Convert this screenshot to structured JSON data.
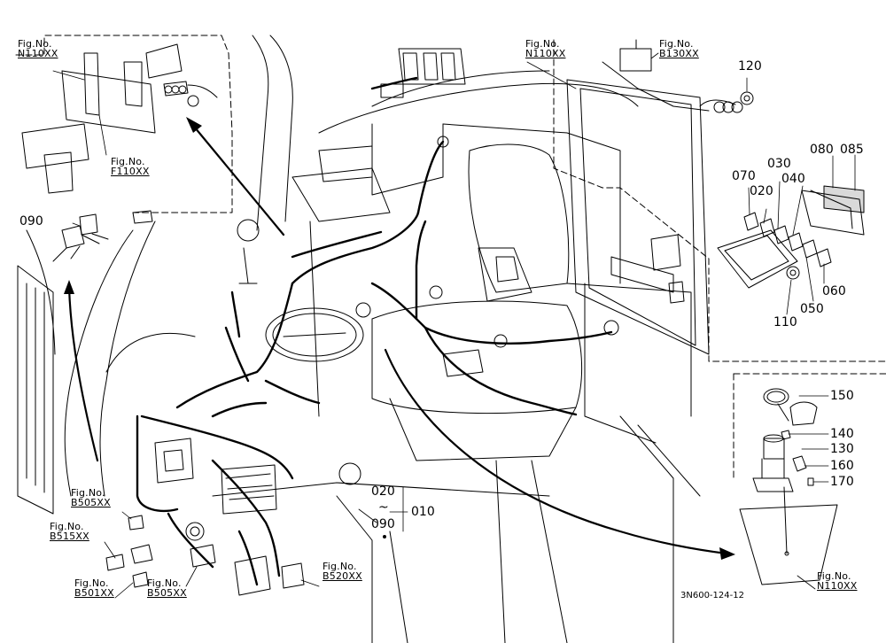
{
  "diagram": {
    "drawing_code": "3N600-124-12",
    "figure_refs": [
      {
        "id": "top-left",
        "prefix": "Fig.No.",
        "code": "N110XX"
      },
      {
        "id": "top-left-inner",
        "prefix": "Fig.No.",
        "code": "F110XX"
      },
      {
        "id": "top-right-1",
        "prefix": "Fig.No.",
        "code": "N110XX"
      },
      {
        "id": "top-right-2",
        "prefix": "Fig.No.",
        "code": "B130XX"
      },
      {
        "id": "bottom-left-1",
        "prefix": "Fig.No.",
        "code": "B505XX"
      },
      {
        "id": "bottom-left-2",
        "prefix": "Fig.No.",
        "code": "B515XX"
      },
      {
        "id": "bottom-left-3",
        "prefix": "Fig.No.",
        "code": "B501XX"
      },
      {
        "id": "bottom-mid-1",
        "prefix": "Fig.No.",
        "code": "B505XX"
      },
      {
        "id": "bottom-mid-2",
        "prefix": "Fig.No.",
        "code": "B520XX"
      },
      {
        "id": "bottom-right",
        "prefix": "Fig.No.",
        "code": "N110XX"
      }
    ],
    "part_numbers": [
      {
        "id": "p120",
        "label": "120"
      },
      {
        "id": "p080",
        "label": "080"
      },
      {
        "id": "p085",
        "label": "085"
      },
      {
        "id": "p030",
        "label": "030"
      },
      {
        "id": "p070",
        "label": "070"
      },
      {
        "id": "p040",
        "label": "040"
      },
      {
        "id": "p020",
        "label": "020"
      },
      {
        "id": "p060",
        "label": "060"
      },
      {
        "id": "p050",
        "label": "050"
      },
      {
        "id": "p110",
        "label": "110"
      },
      {
        "id": "p090",
        "label": "090"
      },
      {
        "id": "p150",
        "label": "150"
      },
      {
        "id": "p140",
        "label": "140"
      },
      {
        "id": "p130",
        "label": "130"
      },
      {
        "id": "p160",
        "label": "160"
      },
      {
        "id": "p170",
        "label": "170"
      }
    ],
    "range_label": {
      "from": "020",
      "tilde": "~",
      "to": "090",
      "group": "010"
    }
  }
}
